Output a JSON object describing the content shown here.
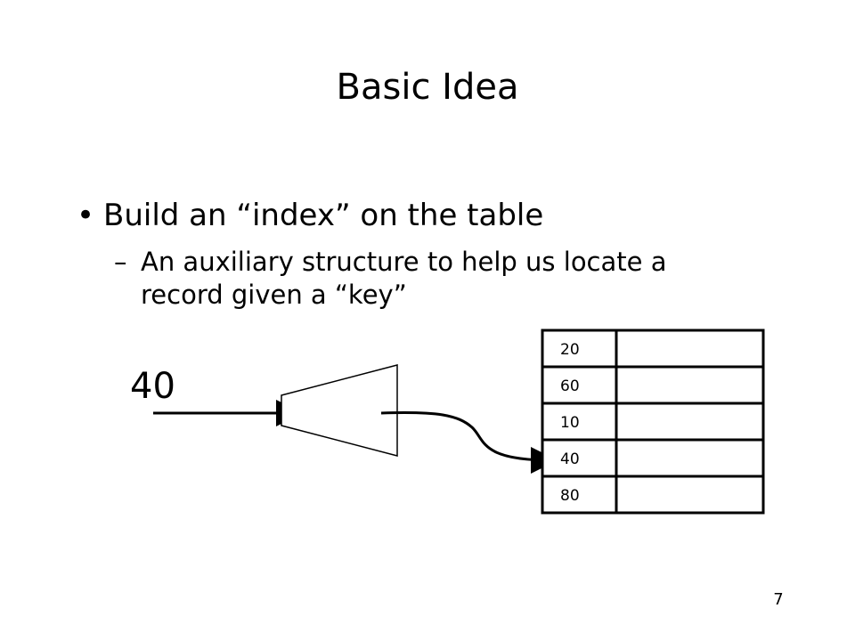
{
  "slide": {
    "title": "Basic Idea",
    "bullet": {
      "marker": "•",
      "text": "Build an “index” on the table"
    },
    "subbullet": {
      "marker": "–",
      "text": "An auxiliary structure to help us locate a record given a “key”"
    },
    "key_value": "40",
    "table": {
      "rows": [
        "20",
        "60",
        "10",
        "40",
        "80"
      ]
    },
    "page_number": "7"
  }
}
